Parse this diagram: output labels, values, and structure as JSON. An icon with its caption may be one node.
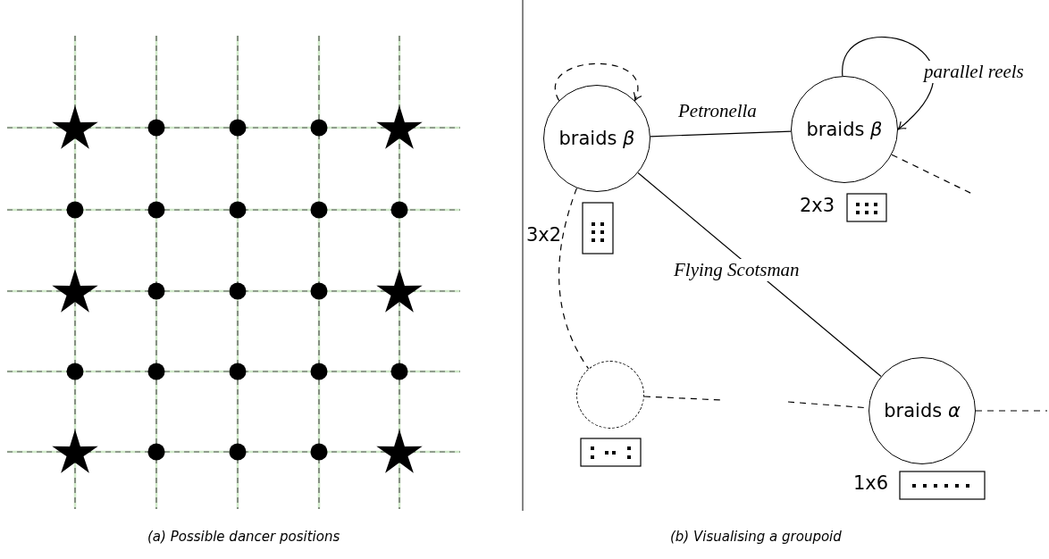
{
  "diagram": {
    "nodes": [
      {
        "text": [
          "braids *β*"
        ]
      },
      {
        "text": [
          "braids *β*"
        ]
      },
      {
        "text": [],
        "shape": "circle"
      },
      {
        "text": [
          "braids *α*"
        ]
      }
    ],
    "edges": [
      {
        "from": 0,
        "to": 0,
        "arrow": "to",
        "style": "dashed"
      },
      {
        "from": 0,
        "to": 1,
        "arrow": "none",
        "label": "Petronella"
      },
      {
        "from": 1,
        "to": 1,
        "arrow": "to",
        "label": "parallel reels"
      },
      {
        "from": 0,
        "to": 3,
        "arrow": "none",
        "label": "Flying Scotsman"
      },
      {
        "from": 0,
        "to": 2,
        "arrow": "none",
        "style": "dashed"
      },
      {
        "from": 1,
        "to": null,
        "arrow": "none",
        "style": "dashed"
      },
      {
        "from": 2,
        "to": null,
        "arrow": "none",
        "style": "dashed"
      },
      {
        "from": null,
        "to": 3,
        "arrow": "none",
        "style": "dashed"
      },
      {
        "from": 3,
        "to": null,
        "arrow": "none",
        "style": "dashed"
      }
    ],
    "labels": [
      "2x3",
      "3x2",
      "1x6",
      "(a) Possible dancer positions",
      "(b) Visualising a groupoid"
    ]
  }
}
